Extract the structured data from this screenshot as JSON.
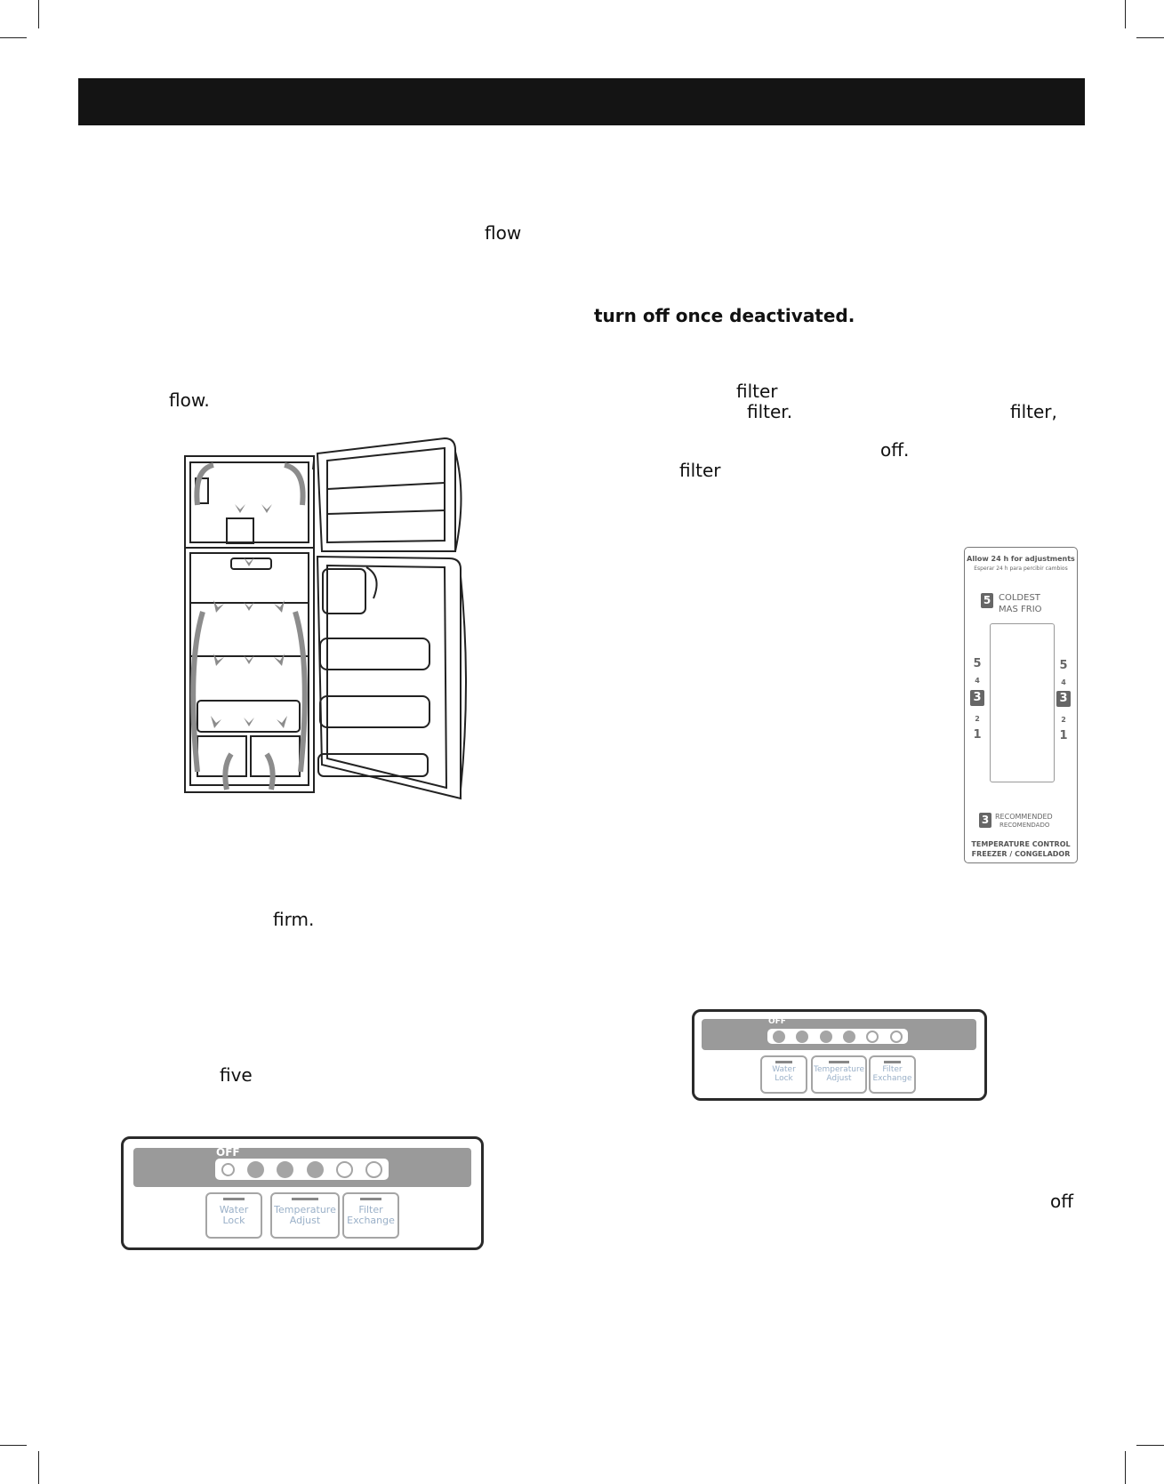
{
  "left_column": {
    "frag_flow_1": "flow",
    "frag_flow_2": "flow.",
    "frag_firm": "firm.",
    "frag_five": "five"
  },
  "right_column": {
    "frag_turn_off": "turn off once deactivated.",
    "frag_filter_1": "filter",
    "frag_filter_2": "filter.",
    "frag_filter_3": "filter,",
    "frag_off_1": "off.",
    "frag_filter_4": "filter",
    "frag_off_2": "off"
  },
  "control_panel_large": {
    "off_label": "OFF",
    "leds": [
      "hollow",
      "filled",
      "filled",
      "filled",
      "hollow",
      "hollow"
    ],
    "buttons": [
      {
        "line1": "Water",
        "line2": "Lock"
      },
      {
        "line1": "Temperature",
        "line2": "Adjust"
      },
      {
        "line1": "Filter",
        "line2": "Exchange"
      }
    ]
  },
  "control_panel_small": {
    "off_label": "OFF",
    "leds": [
      "filled",
      "filled",
      "filled",
      "filled",
      "hollow",
      "hollow"
    ],
    "buttons": [
      {
        "line1": "Water",
        "line2": "Lock"
      },
      {
        "line1": "Temperature",
        "line2": "Adjust"
      },
      {
        "line1": "Filter",
        "line2": "Exchange"
      }
    ]
  },
  "temperature_card": {
    "title": "Allow 24 h for adjustments",
    "subtitle": "Esperar 24 h para percibir cambios",
    "coldest_badge": "5",
    "coldest_en": "COLDEST",
    "coldest_es": "MAS FRIO",
    "left_scale": [
      "5",
      "4",
      "3",
      "2",
      "1"
    ],
    "right_scale": [
      "5",
      "4",
      "3",
      "2",
      "1"
    ],
    "recommended_badge": "3",
    "recommended_en": "RECOMMENDED",
    "recommended_es": "RECOMENDADO",
    "footer_1": "TEMPERATURE CONTROL",
    "footer_2": "FREEZER / CONGELADOR"
  },
  "colors": {
    "header_bar": "#141414",
    "panel_strip": "#9a9a9a",
    "button_text": "#9ab0c8",
    "arrows": "#8c8c8c"
  }
}
